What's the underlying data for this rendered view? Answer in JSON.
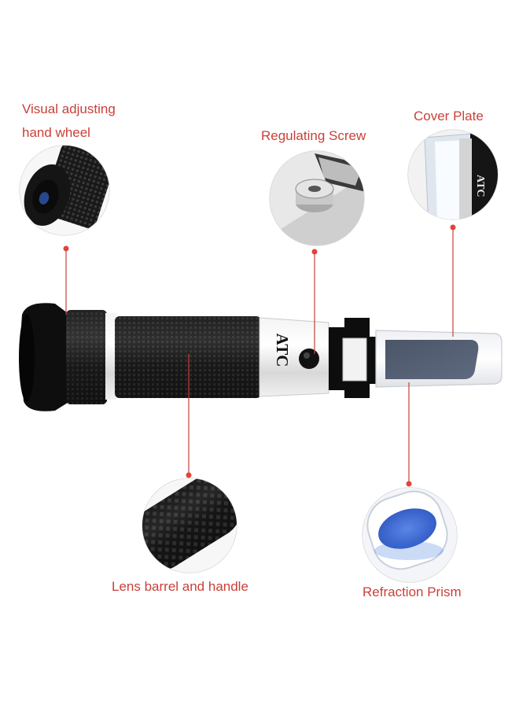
{
  "colors": {
    "label": "#c9403a",
    "leader": "#c9403a",
    "dot": "#e0443c",
    "body_black": "#141414",
    "prism_blue": "#3c62c8",
    "circle_border": "#d0d0d0"
  },
  "labels": {
    "hand_wheel_line1": "Visual adjusting",
    "hand_wheel_line2": "hand wheel",
    "regulating_screw": "Regulating Screw",
    "cover_plate": "Cover Plate",
    "lens_barrel": "Lens barrel and handle",
    "refraction_prism": "Refraction Prism"
  },
  "device": {
    "marking": "ATC"
  }
}
